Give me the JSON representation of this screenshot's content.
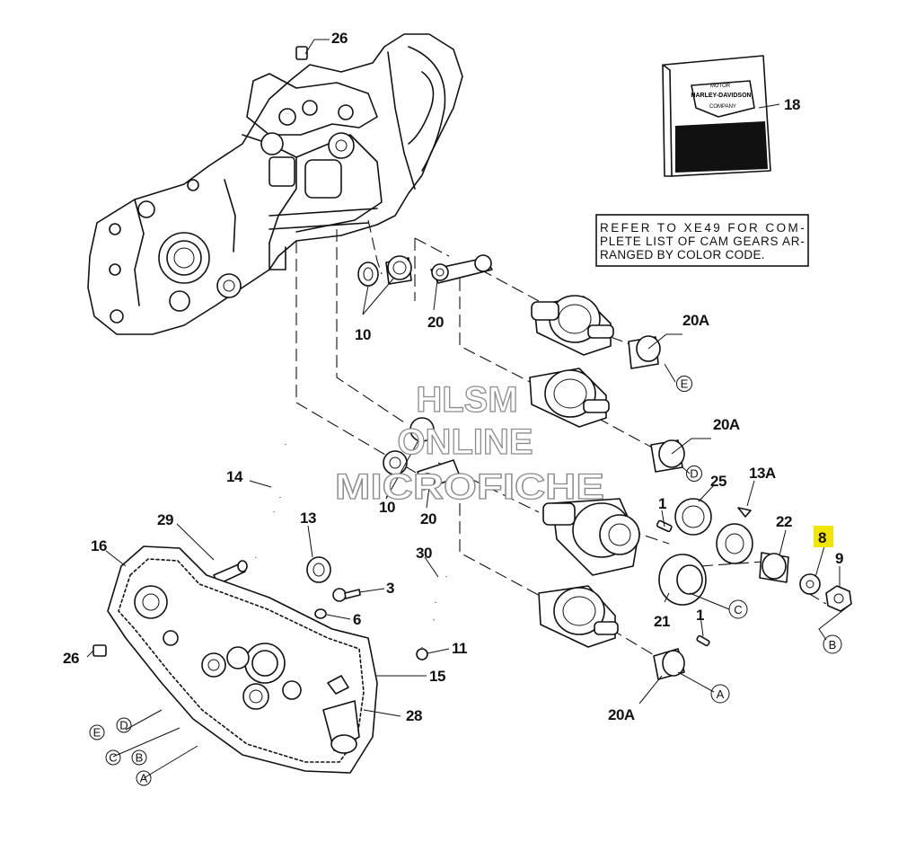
{
  "diagram": {
    "part_labels": [
      "26",
      "18",
      "10",
      "20",
      "20A",
      "20A",
      "10",
      "20",
      "14",
      "29",
      "13",
      "16",
      "3",
      "6",
      "30",
      "11",
      "15",
      "26",
      "28",
      "1",
      "25",
      "13A",
      "22",
      "8",
      "9",
      "21",
      "1",
      "20A"
    ],
    "callout_letters": [
      "E",
      "D",
      "C",
      "B",
      "A",
      "E",
      "D",
      "C",
      "B",
      "A"
    ],
    "note_lines": [
      "REFER TO XE49 FOR COM-",
      "PLETE LIST OF CAM GEARS AR-",
      "RANGED BY COLOR CODE."
    ],
    "logo_text": [
      "MOTOR",
      "HARLEY-DAVIDSON",
      "COMPANY"
    ],
    "watermark": [
      "HLSM",
      "ONLINE",
      "MICROFICHE"
    ],
    "highlighted_label": "8",
    "highlight_color": "#f2e600"
  }
}
